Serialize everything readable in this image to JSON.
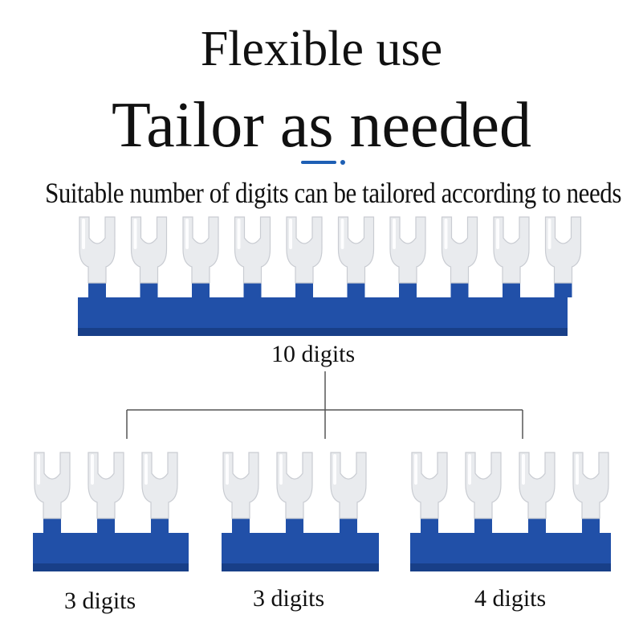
{
  "header": {
    "title_line1": "Flexible use",
    "title_line2": "Tailor as needed",
    "subtitle": "Suitable number of digits can be tailored according to needs"
  },
  "strips": {
    "full": {
      "digits": 10,
      "label": "10 digits"
    },
    "parts": [
      {
        "digits": 3,
        "label": "3 digits"
      },
      {
        "digits": 3,
        "label": "3 digits"
      },
      {
        "digits": 4,
        "label": "4 digits"
      }
    ]
  },
  "colors": {
    "accent": "#1e5fb4",
    "bar_blue": "#2150a8",
    "bar_blue_dark": "#183f88",
    "fork_white": "#e9ebee",
    "fork_shade": "#c9ccd2",
    "connector": "#555555"
  },
  "icons": [
    "fork-terminal-icon"
  ]
}
